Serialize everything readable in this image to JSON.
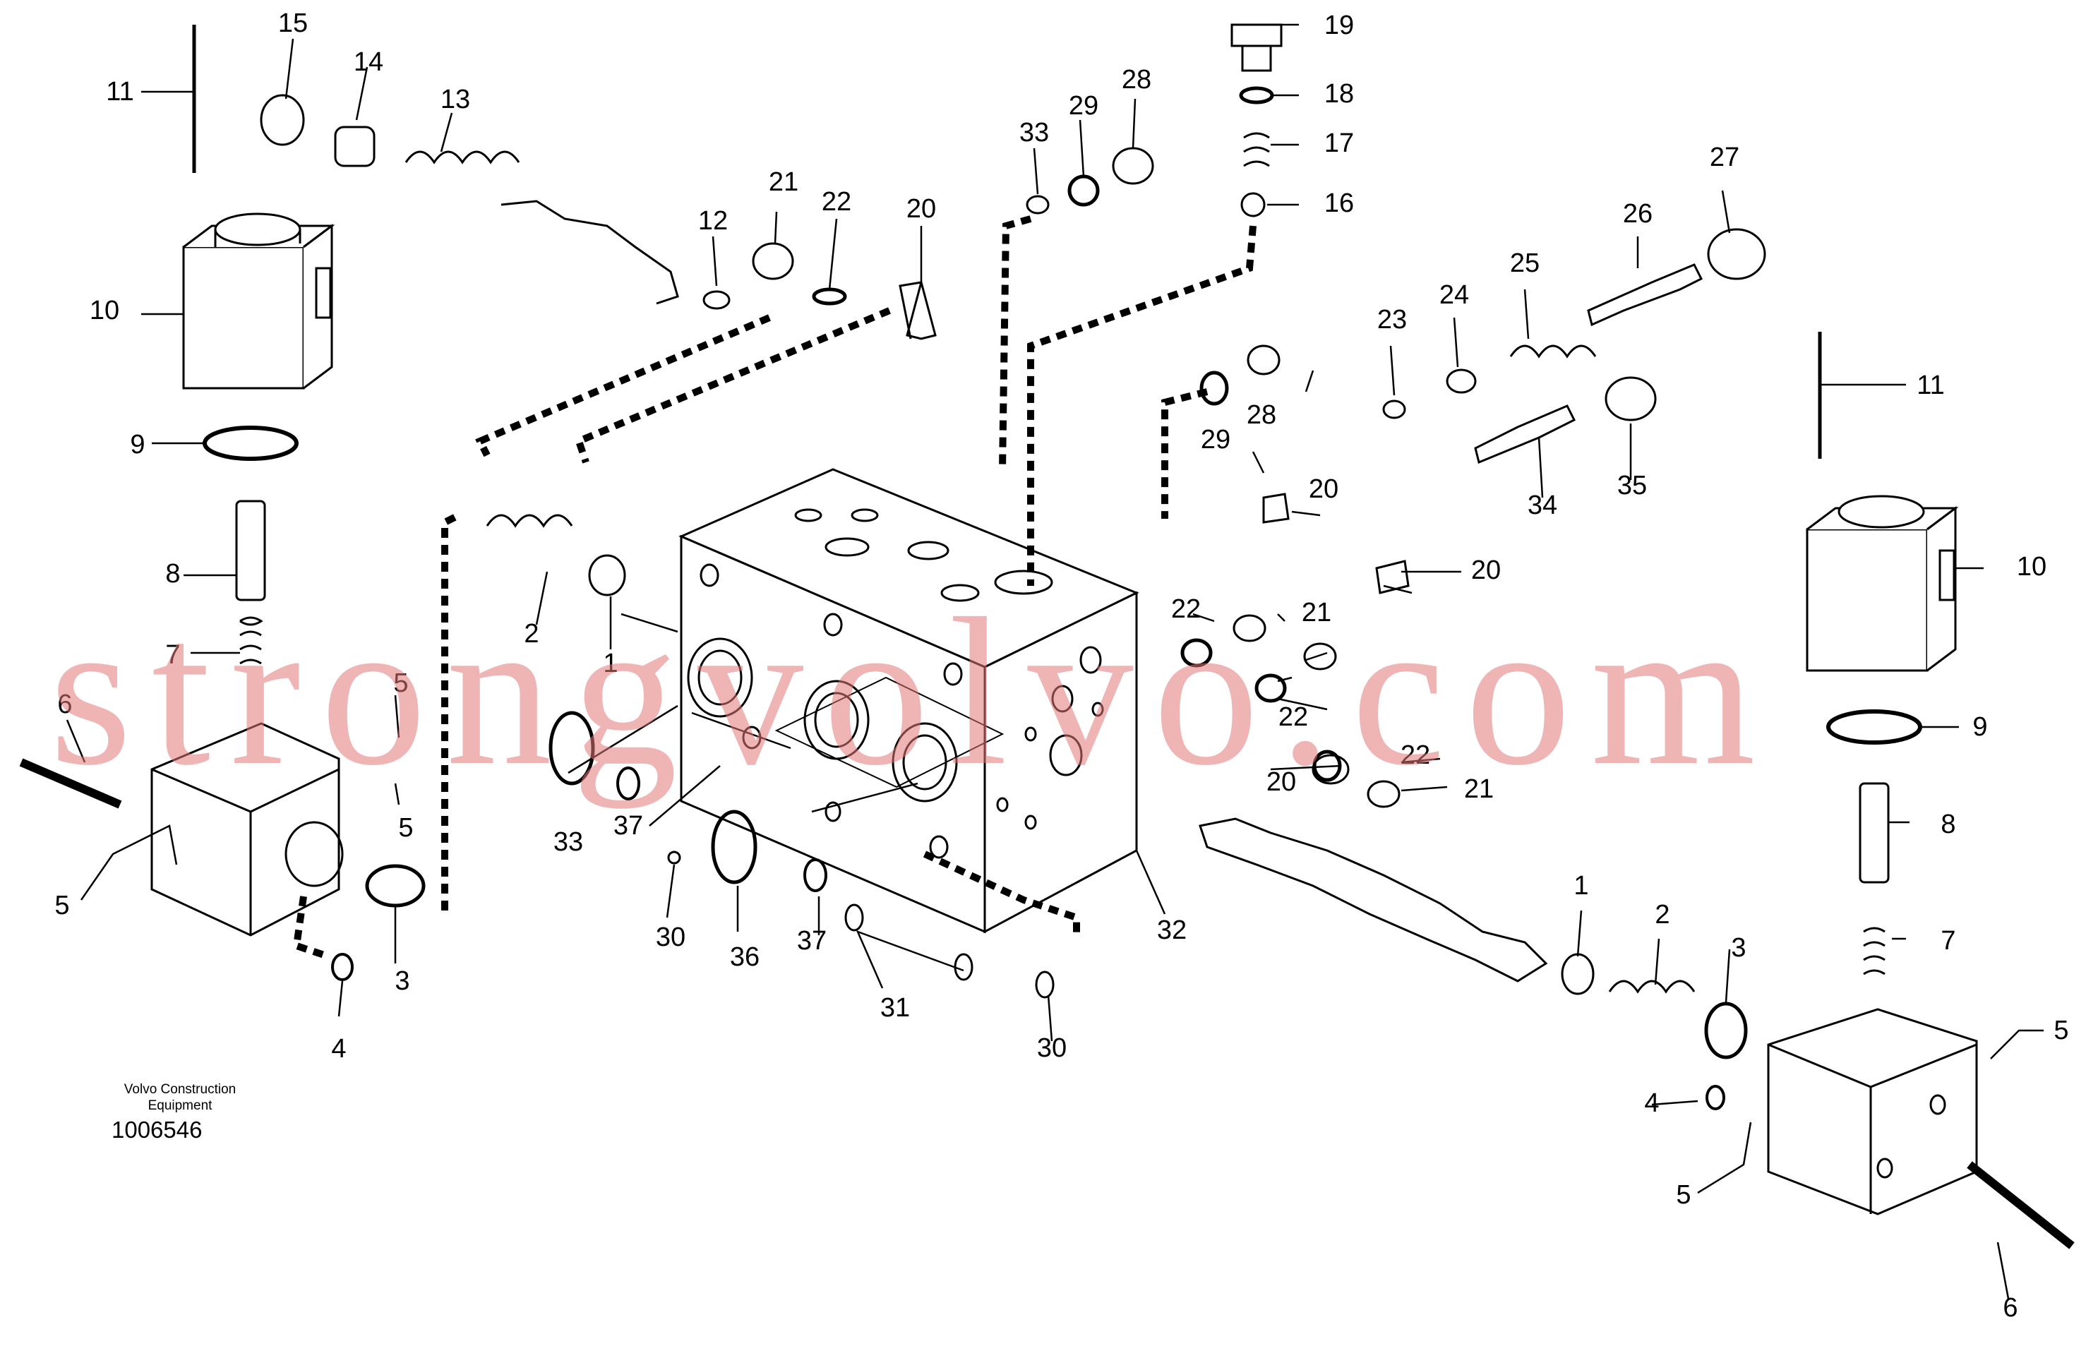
{
  "labels": {
    "l1a": "1",
    "l1b": "1",
    "l2a": "2",
    "l2b": "2",
    "l3a": "3",
    "l3b": "3",
    "l4a": "4",
    "l4b": "4",
    "l5a": "5",
    "l5b": "5",
    "l5c": "5",
    "l5d": "5",
    "l5e": "5",
    "l6a": "6",
    "l6b": "6",
    "l7a": "7",
    "l7b": "7",
    "l8a": "8",
    "l8b": "8",
    "l9a": "9",
    "l9b": "9",
    "l10a": "10",
    "l10b": "10",
    "l11a": "11",
    "l11b": "11",
    "l12": "12",
    "l13": "13",
    "l14": "14",
    "l15": "15",
    "l16": "16",
    "l17": "17",
    "l18": "18",
    "l19": "19",
    "l20a": "20",
    "l20b": "20",
    "l20c": "20",
    "l20d": "20",
    "l21a": "21",
    "l21b": "21",
    "l21c": "21",
    "l22a": "22",
    "l22b": "22",
    "l22c": "22",
    "l22d": "22",
    "l23": "23",
    "l24": "24",
    "l25": "25",
    "l26": "26",
    "l27": "27",
    "l28a": "28",
    "l28b": "28",
    "l29a": "29",
    "l29b": "29",
    "l30a": "30",
    "l30b": "30",
    "l31": "31",
    "l32": "32",
    "l33a": "33",
    "l33b": "33",
    "l34": "34",
    "l35": "35",
    "l36": "36",
    "l37a": "37",
    "l37b": "37"
  },
  "caption": {
    "line1": "Volvo Construction",
    "line2": "Equipment",
    "id": "1006546"
  },
  "watermark": "strongvolvo.com",
  "colors": {
    "ink": "#000000",
    "watermark": "#e27878",
    "background": "#ffffff"
  }
}
